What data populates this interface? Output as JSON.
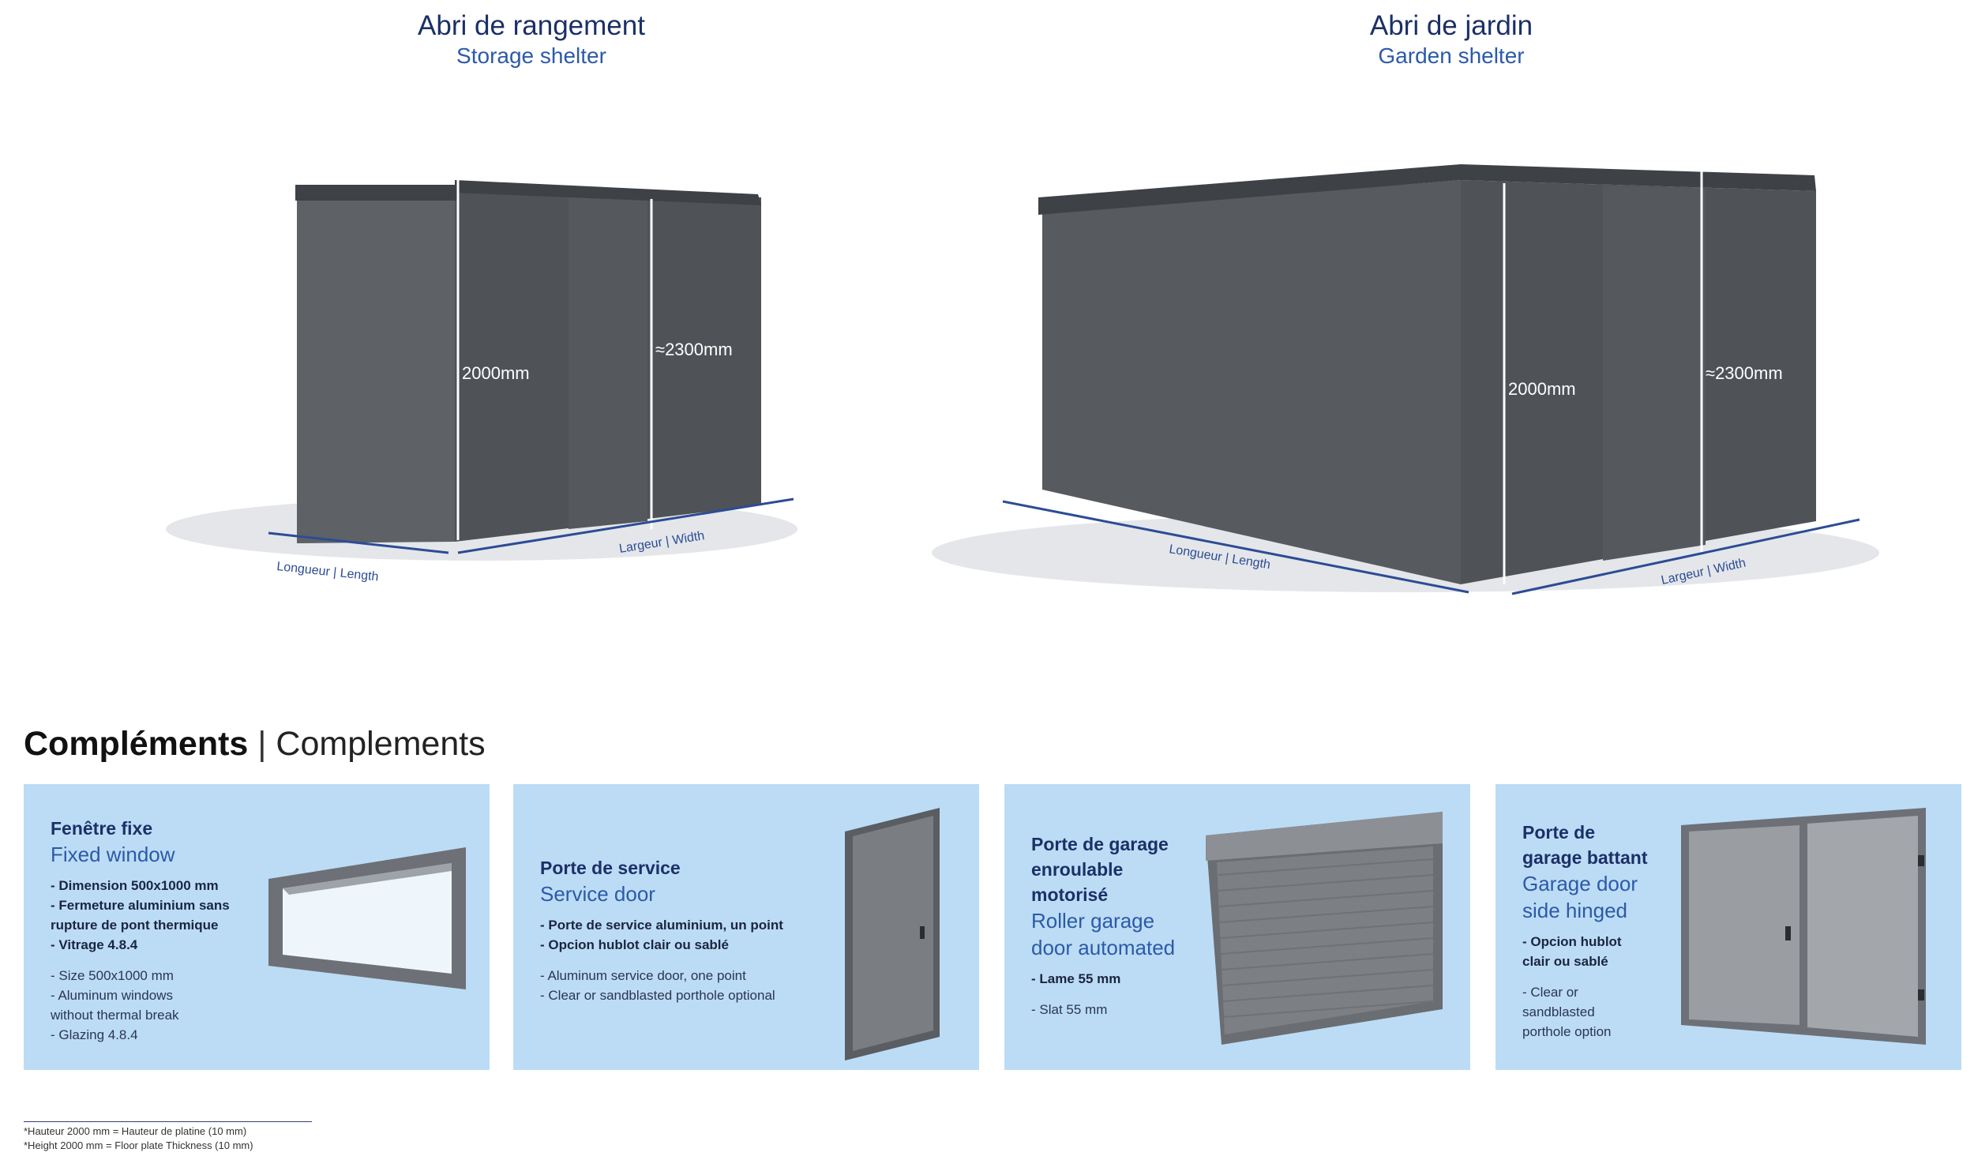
{
  "storage": {
    "title_fr": "Abri de rangement",
    "title_en": "Storage shelter",
    "height_label": "2000mm",
    "height_total_label": "≈2300mm",
    "length_label": "Longueur | Length",
    "width_label": "Largeur | Width"
  },
  "garden": {
    "title_fr": "Abri de jardin",
    "title_en": "Garden shelter",
    "height_label": "2000mm",
    "height_total_label": "≈2300mm",
    "length_label": "Longueur | Length",
    "width_label": "Largeur | Width"
  },
  "complements": {
    "heading_bold": "Compléments",
    "heading_sep": " | ",
    "heading_light": "Complements"
  },
  "cards": [
    {
      "title_fr": "Fenêtre fixe",
      "title_en": "Fixed window",
      "bullets_fr": [
        "- Dimension 500x1000 mm",
        "- Fermeture aluminium sans",
        "rupture de pont thermique",
        "- Vitrage 4.8.4"
      ],
      "bullets_en": [
        "- Size 500x1000 mm",
        "- Aluminum windows",
        "without thermal break",
        "- Glazing 4.8.4"
      ]
    },
    {
      "title_fr": "Porte de service",
      "title_en": "Service door",
      "bullets_fr": [
        "- Porte de service aluminium, un point",
        "- Opcion hublot clair ou sablé"
      ],
      "bullets_en": [
        "- Aluminum service door, one point",
        "- Clear or sandblasted porthole optional"
      ]
    },
    {
      "title_fr_lines": [
        "Porte de garage",
        "enroulable",
        "motorisé"
      ],
      "title_en_lines": [
        "Roller garage",
        "door automated"
      ],
      "bullets_fr": [
        "- Lame 55 mm"
      ],
      "bullets_en": [
        "- Slat 55 mm"
      ]
    },
    {
      "title_fr_lines": [
        "Porte de",
        "garage battant"
      ],
      "title_en_lines": [
        "Garage door",
        "side hinged"
      ],
      "bullets_fr": [
        "- Opcion hublot",
        "clair ou sablé"
      ],
      "bullets_en": [
        "- Clear or",
        "sandblasted",
        "porthole option"
      ]
    }
  ],
  "footnote": {
    "line1": "*Hauteur 2000 mm = Hauteur de platine (10 mm)",
    "line2": "*Height 2000 mm = Floor plate Thickness (10 mm)"
  },
  "colors": {
    "title_dark": "#1b3068",
    "title_blue": "#2c5aa8",
    "card_bg": "#bcdcf5",
    "shed_dark": "#4c4f54",
    "shed_mid": "#5d6065",
    "dimension_blue": "#2c4c94"
  }
}
